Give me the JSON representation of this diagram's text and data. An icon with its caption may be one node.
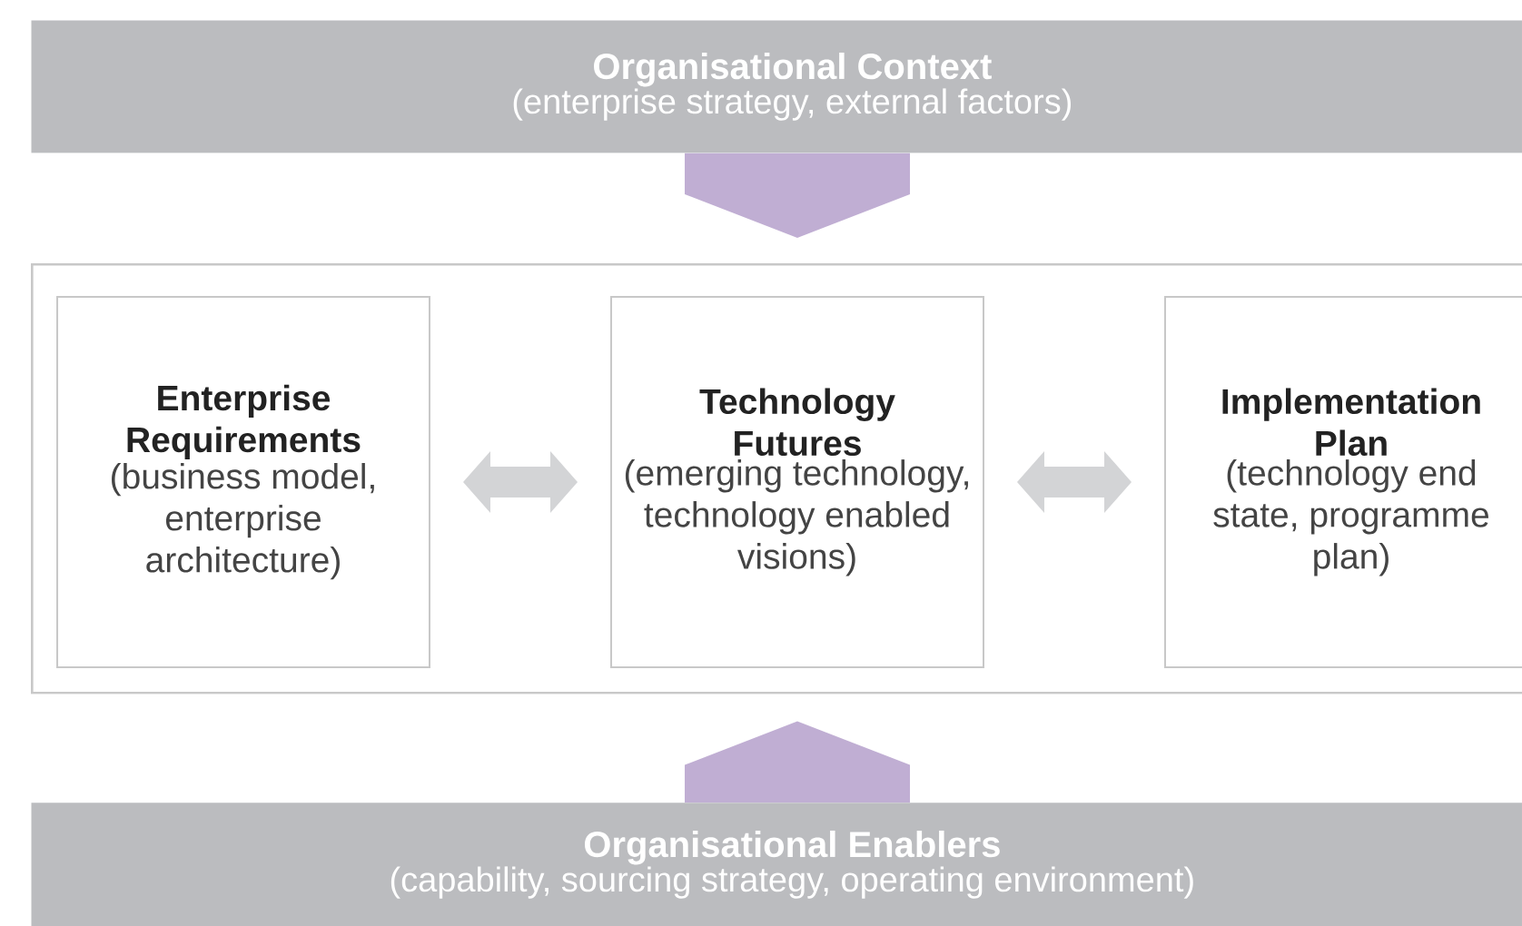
{
  "diagram": {
    "nodes": [
      {
        "text": [
          "Organisational Context",
          "(enterprise strategy, external factors)"
        ]
      },
      {
        "text": [],
        "shape": "box"
      },
      {
        "text": [
          "Enterprise Requirements",
          "(business model, enterprise architecture)"
        ],
        "in": 1
      },
      {
        "text": [
          "Technology Futures",
          "(emerging technology, technology enabled visions)"
        ],
        "in": 1
      },
      {
        "text": [
          "Implementation Plan",
          "(technology end state, programme plan)"
        ],
        "in": 1
      },
      {
        "text": [
          "Organisational Enablers",
          "(capability, sourcing strategy, operating environment)"
        ]
      }
    ],
    "edges": [
      {
        "from": 0,
        "to": 1,
        "arrow": "to",
        "style": "thick",
        "color": "#c0aed3"
      },
      {
        "from": 2,
        "to": 3,
        "arrow": "both"
      },
      {
        "from": 3,
        "to": 4,
        "arrow": "both"
      },
      {
        "from": 5,
        "to": 1,
        "arrow": "to",
        "style": "thick",
        "color": "#c0aed3"
      }
    ]
  }
}
